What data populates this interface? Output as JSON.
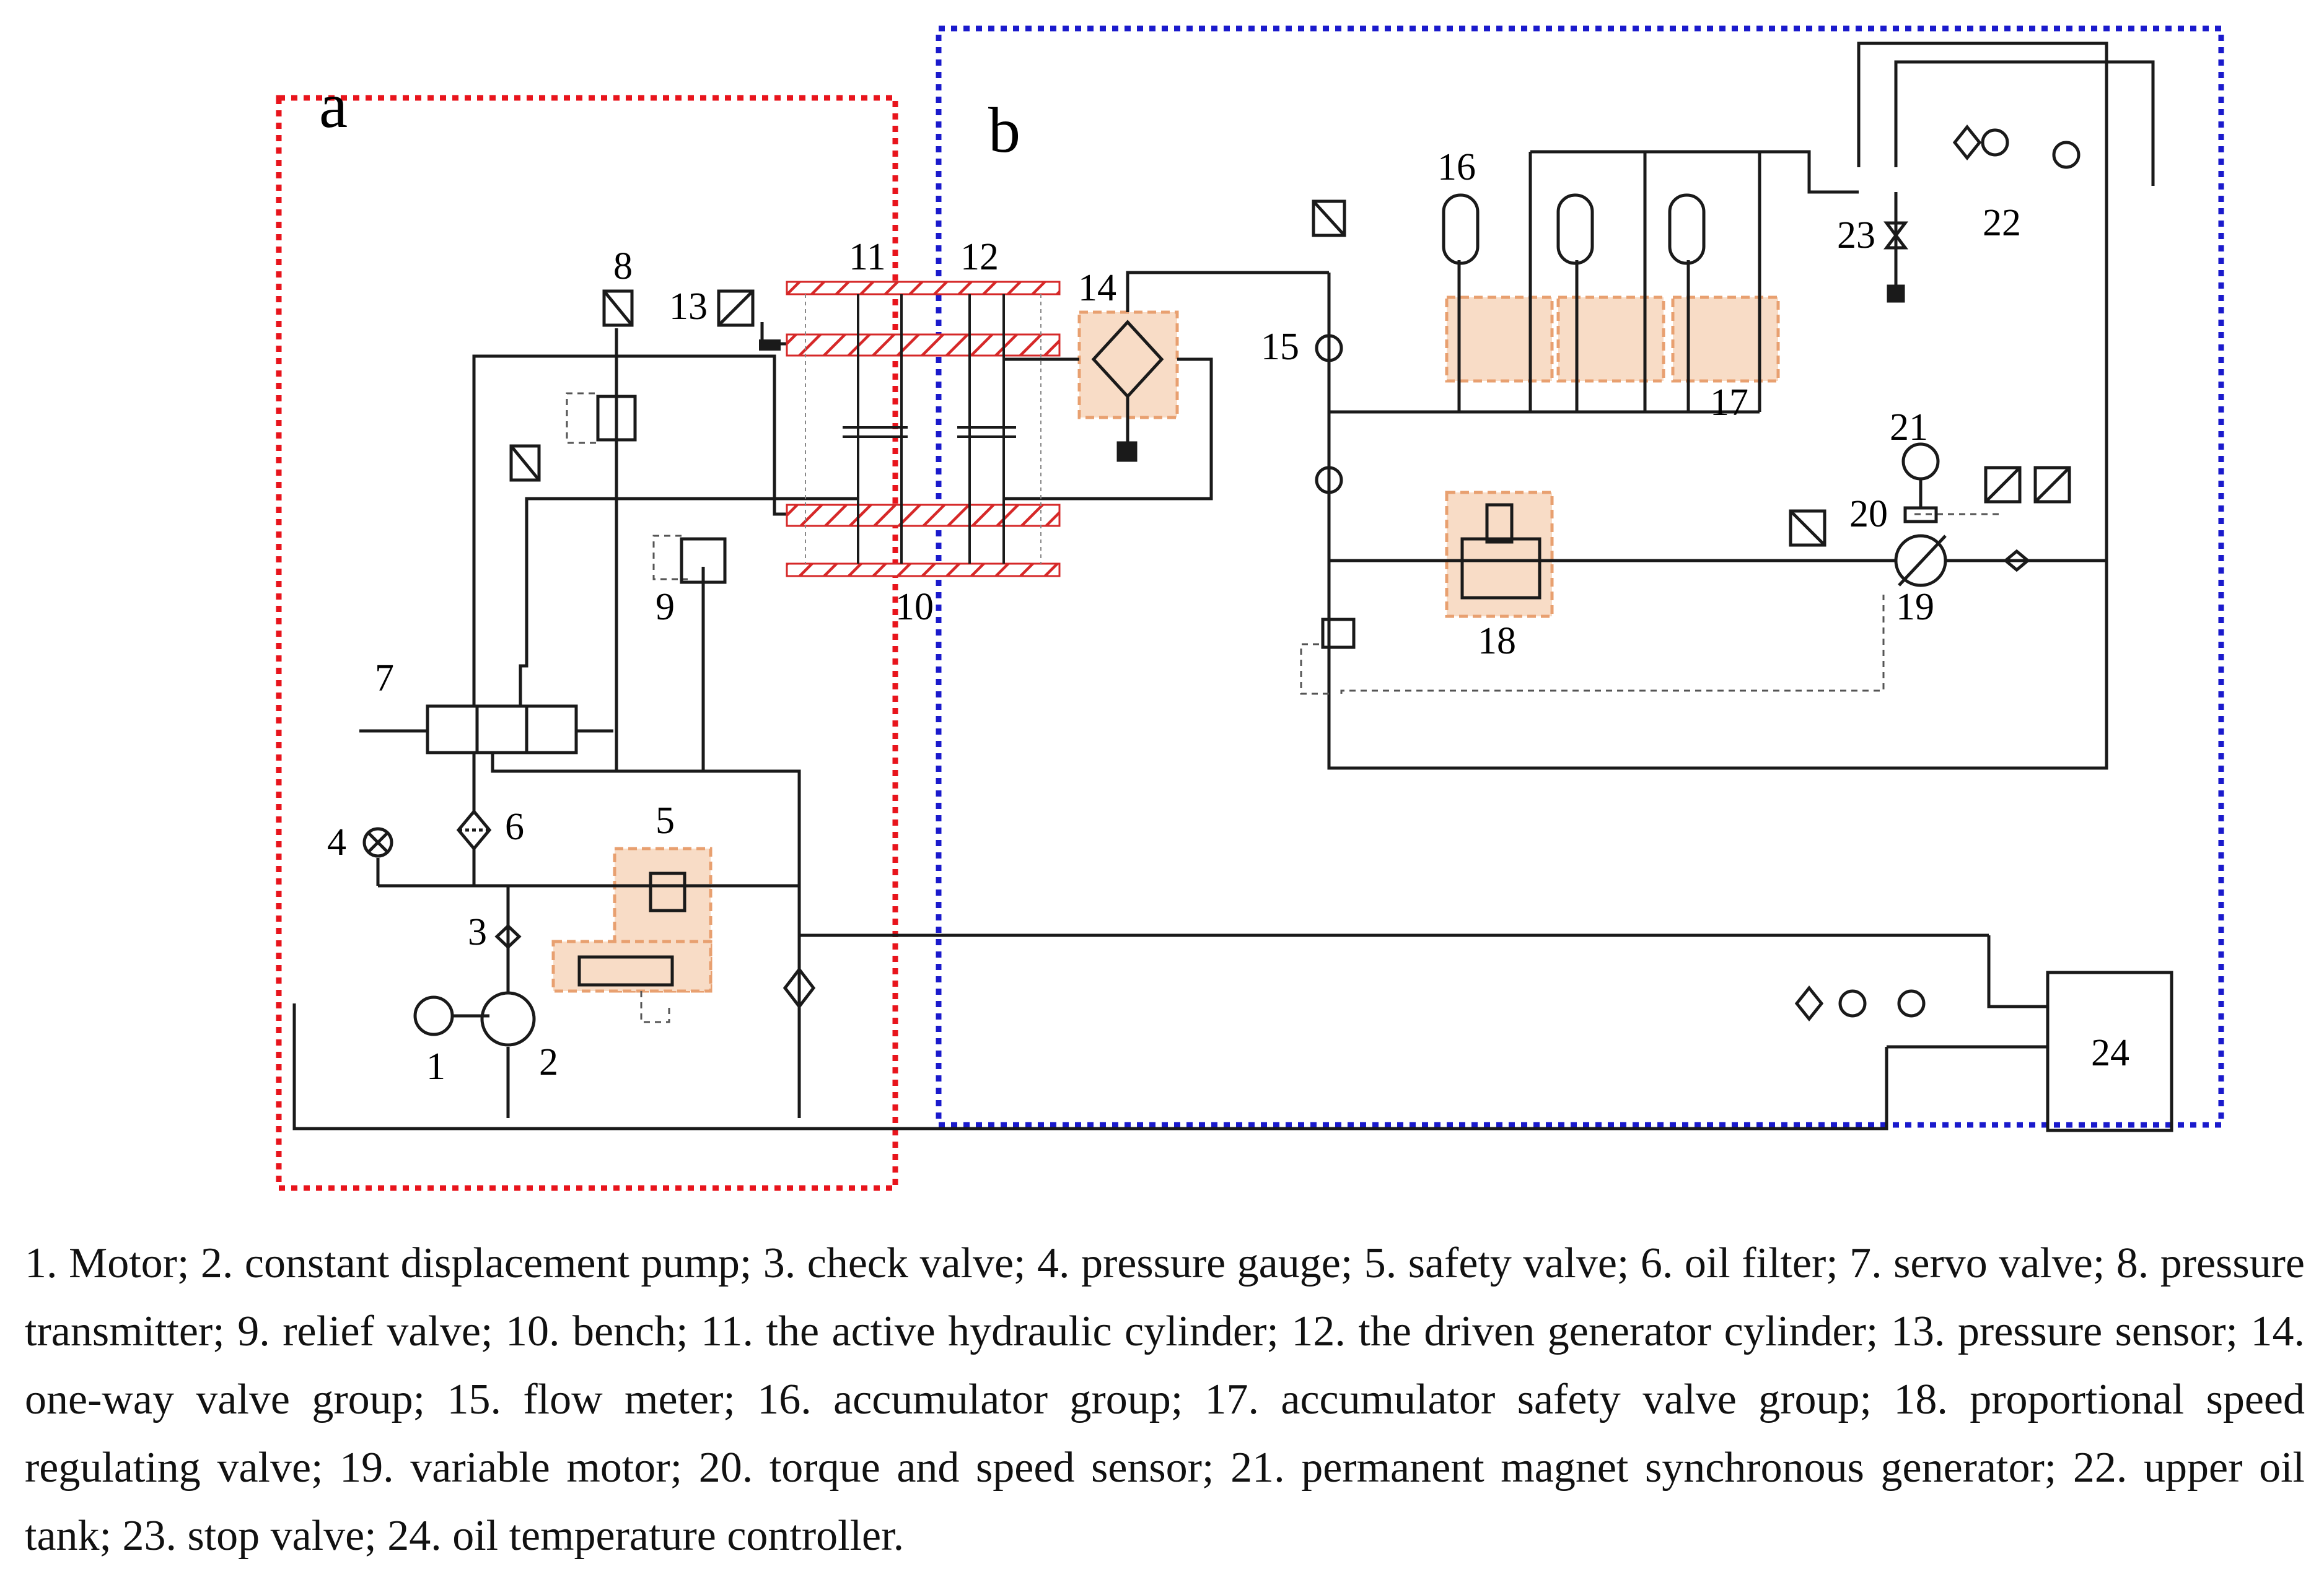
{
  "regions": {
    "a": "a",
    "b": "b"
  },
  "labels": {
    "c1": "1",
    "c2": "2",
    "c3": "3",
    "c4": "4",
    "c5": "5",
    "c6": "6",
    "c7": "7",
    "c8": "8",
    "c9": "9",
    "c10": "10",
    "c11": "11",
    "c12": "12",
    "c13": "13",
    "c14": "14",
    "c15": "15",
    "c16": "16",
    "c17": "17",
    "c18": "18",
    "c19": "19",
    "c20": "20",
    "c21": "21",
    "c22": "22",
    "c23": "23",
    "c24": "24"
  },
  "caption": "1. Motor; 2. constant displacement pump; 3. check valve; 4. pressure gauge; 5. safety valve; 6. oil filter; 7. servo valve; 8. pressure transmitter; 9. relief valve; 10. bench; 11. the active hydraulic cylinder; 12. the driven generator cylinder; 13. pressure sensor; 14. one-way valve group; 15. flow meter; 16. accumulator group; 17. accumulator safety valve group; 18. proportional speed regulating valve; 19. variable motor; 20. torque and speed sensor; 21. permanent magnet synchronous generator; 22. upper oil tank; 23. stop valve; 24. oil temperature controller.",
  "colors": {
    "region_a": "#e8141c",
    "region_b": "#1a1acc",
    "highlight_fill": "#f8dcc6",
    "highlight_border": "#e8a070",
    "hatch": "#d62828",
    "line": "#1a1a1a"
  }
}
